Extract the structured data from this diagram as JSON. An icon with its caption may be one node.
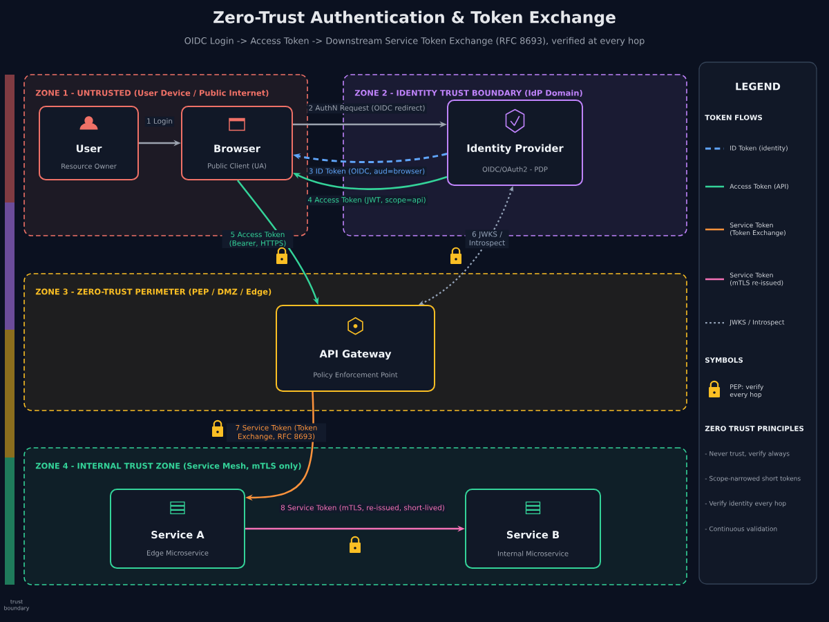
{
  "diagram": {
    "title": "Zero-Trust Authentication & Token Exchange",
    "nodes": [
      {
        "text": [
          "ZONE 1 - UNTRUSTED (User Device / Public Internet)"
        ]
      },
      {
        "text": [
          "User",
          "Resource Owner"
        ],
        "in": 0
      },
      {
        "text": [
          "Browser",
          "Public Client (UA)"
        ],
        "in": 0
      },
      {
        "text": [
          "ZONE 2 - IDENTITY TRUST BOUNDARY (IdP Domain)"
        ]
      },
      {
        "text": [
          "Identity Provider",
          "OIDC/OAuth2 - PDP"
        ],
        "in": 3
      },
      {
        "text": [
          "ZONE 3 - ZERO-TRUST PERIMETER (PEP / DMZ / Edge)"
        ]
      },
      {
        "text": [
          "API Gateway",
          "Policy Enforcement Point"
        ],
        "in": 5
      },
      {
        "text": [
          "ZONE 4 - INTERNAL TRUST ZONE (Service Mesh, mTLS only)"
        ]
      },
      {
        "text": [
          "Service A",
          "Edge Microservice"
        ],
        "in": 7
      },
      {
        "text": [
          "Service B",
          "Internal Microservice"
        ],
        "in": 7
      }
    ],
    "edges": [
      {
        "from": 1,
        "to": 2,
        "arrow": "to",
        "label": "1 Login",
        "color": "#9ca3af"
      },
      {
        "from": 2,
        "to": 4,
        "arrow": "to",
        "label": "2 AuthN Request (OIDC redirect)",
        "color": "#9ca3af"
      },
      {
        "from": 4,
        "to": 2,
        "arrow": "to",
        "label": "3 ID Token (OIDC, aud=browser)",
        "style": "dashed",
        "color": "#60a5fa"
      },
      {
        "from": 4,
        "to": 2,
        "arrow": "to",
        "label": "4 Access Token (JWT, scope=api)",
        "color": "#34d399"
      },
      {
        "from": 2,
        "to": 6,
        "arrow": "to",
        "label": "5 Access Token (Bearer, HTTPS)",
        "color": "#34d399"
      },
      {
        "from": 4,
        "to": 6,
        "arrow": "both",
        "label": "6 JWKS / Introspect",
        "style": "dashed",
        "color": "#94a3b8"
      },
      {
        "from": 6,
        "to": 8,
        "arrow": "to",
        "label": "7 Service Token (Token Exchange, RFC 8693)",
        "color": "#fb923c"
      },
      {
        "from": 8,
        "to": 9,
        "arrow": "to",
        "label": "8 Service Token (mTLS, re-issued, short-lived)",
        "color": "#f472b6"
      }
    ],
    "labels": [
      "OIDC Login -> Access Token -> Downstream Service Token Exchange (RFC 8693), verified at every hop",
      "LEGEND",
      "TOKEN FLOWS",
      "SYMBOLS",
      "ZERO TRUST PRINCIPLES",
      "- Never trust, verify always",
      "- Scope-narrowed short tokens",
      "- Verify identity every hop",
      "- Continuous validation",
      "trust boundary"
    ],
    "legend": [
      {
        "text": "ID Token (identity)"
      },
      {
        "text": "Access Token (API)"
      },
      {
        "text": "Service Token (Token Exchange)"
      },
      {
        "text": "Service Token (mTLS re-issued)"
      },
      {
        "text": "JWKS / Introspect"
      },
      {
        "text": "PEP: verify every hop"
      }
    ]
  }
}
